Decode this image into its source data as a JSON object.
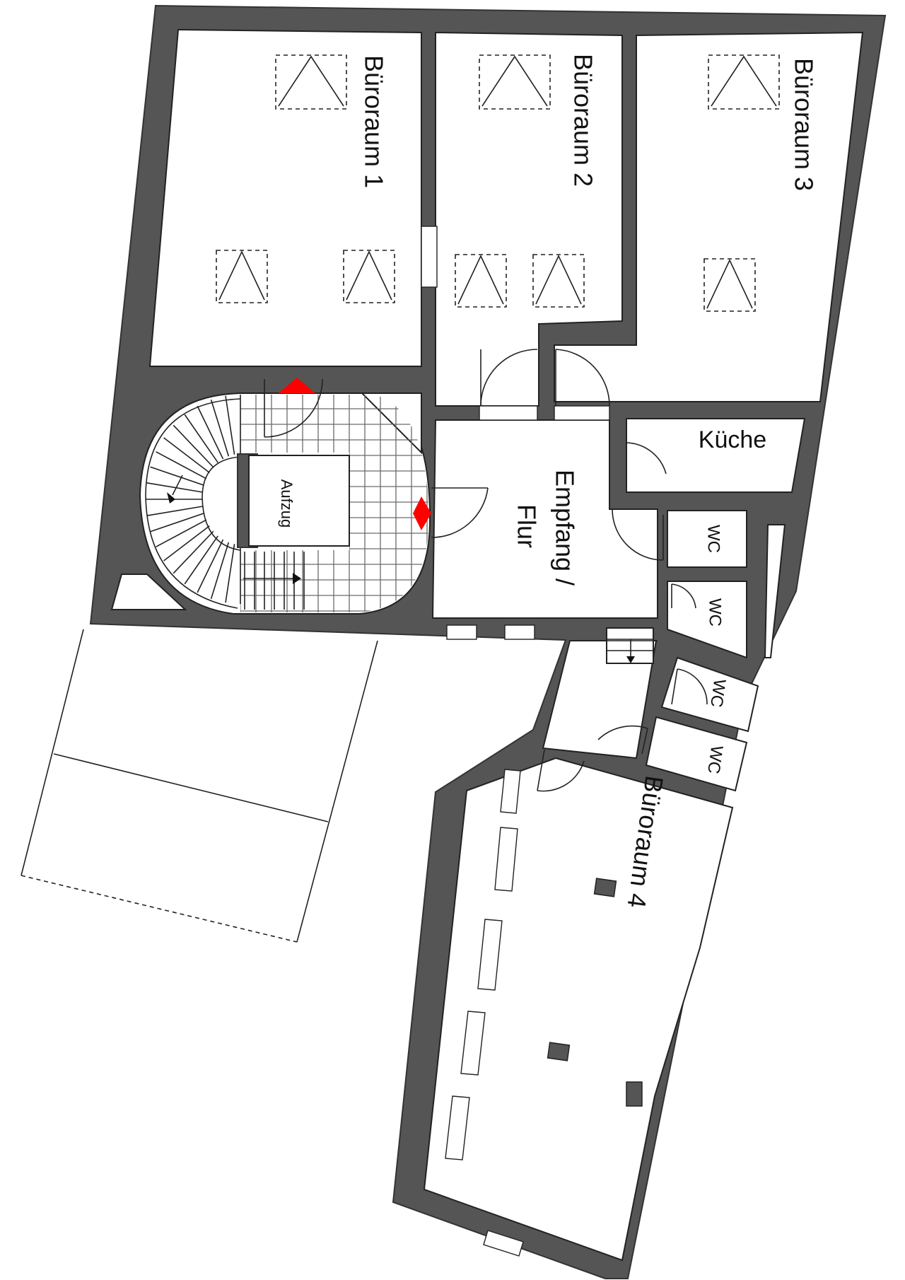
{
  "rooms": {
    "office_1": "Büroraum 1",
    "office_2": "Büroraum 2",
    "office_3": "Büroraum 3",
    "office_4": "Büroraum 4",
    "kitchen": "Küche",
    "reception_line1": "Empfang /",
    "reception_line2": "Flur",
    "elevator": "Aufzug",
    "wc_1": "WC",
    "wc_2": "WC",
    "wc_3": "WC",
    "wc_4": "WC"
  },
  "colors": {
    "wall": "#555555",
    "floor": "#ffffff",
    "marker": "#ff0000"
  },
  "icons": [
    "skylight-icon",
    "door-swing-icon",
    "stair-arrow-icon",
    "fire-marker-icon",
    "column-icon",
    "window-icon"
  ]
}
